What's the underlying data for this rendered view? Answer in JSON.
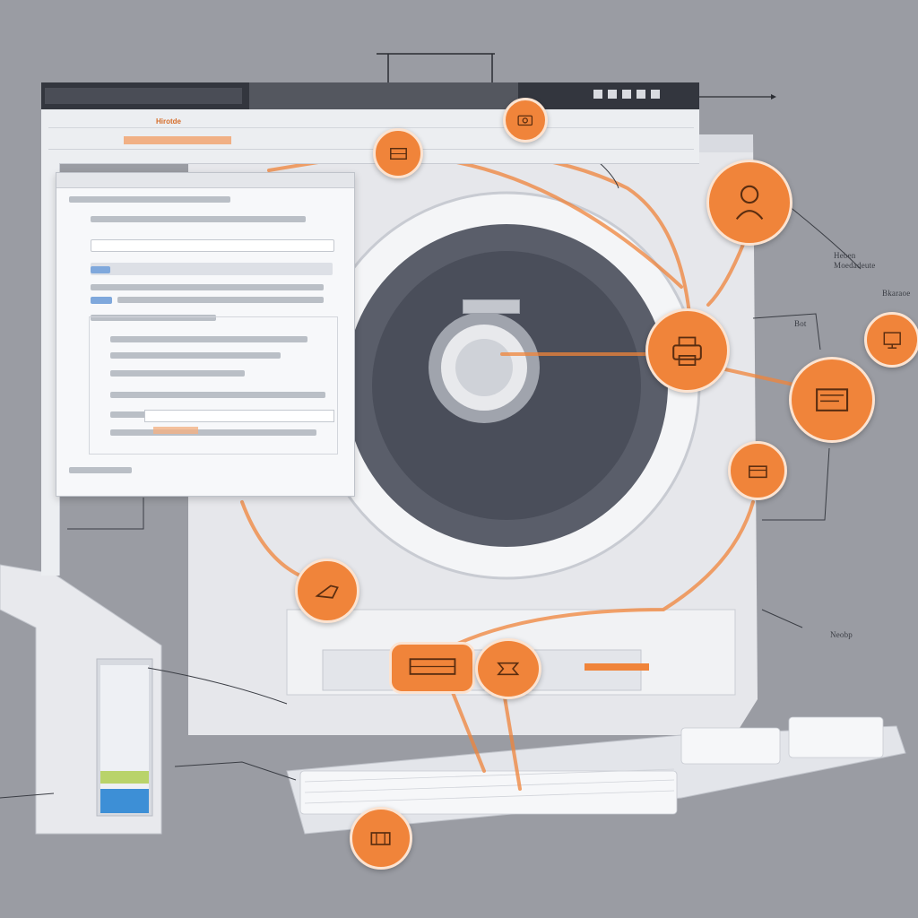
{
  "colors": {
    "background": "#9a9ca3",
    "accent": "#f0843a",
    "accent_light": "#fbe3d1",
    "monitor_body": "#e9eaee",
    "drum_dark": "#4a4e5a"
  },
  "window": {
    "title_fragment": "Hirotde",
    "toolbar_icons": [
      "window-icon",
      "window-icon",
      "window-icon",
      "window-icon",
      "window-icon"
    ]
  },
  "side_labels": {
    "top_right": "Heben Moedadeute",
    "right_mid": "Bkaraoe",
    "small_box": "Bot",
    "bottom_right": "Neobp"
  },
  "callouts": [
    {
      "name": "person-icon"
    },
    {
      "name": "printer-icon"
    },
    {
      "name": "document-icon"
    },
    {
      "name": "monitor-icon"
    },
    {
      "name": "box-icon"
    },
    {
      "name": "chart-icon"
    },
    {
      "name": "camera-icon"
    },
    {
      "name": "tool-icon"
    },
    {
      "name": "cart-icon"
    },
    {
      "name": "package-icon"
    }
  ]
}
